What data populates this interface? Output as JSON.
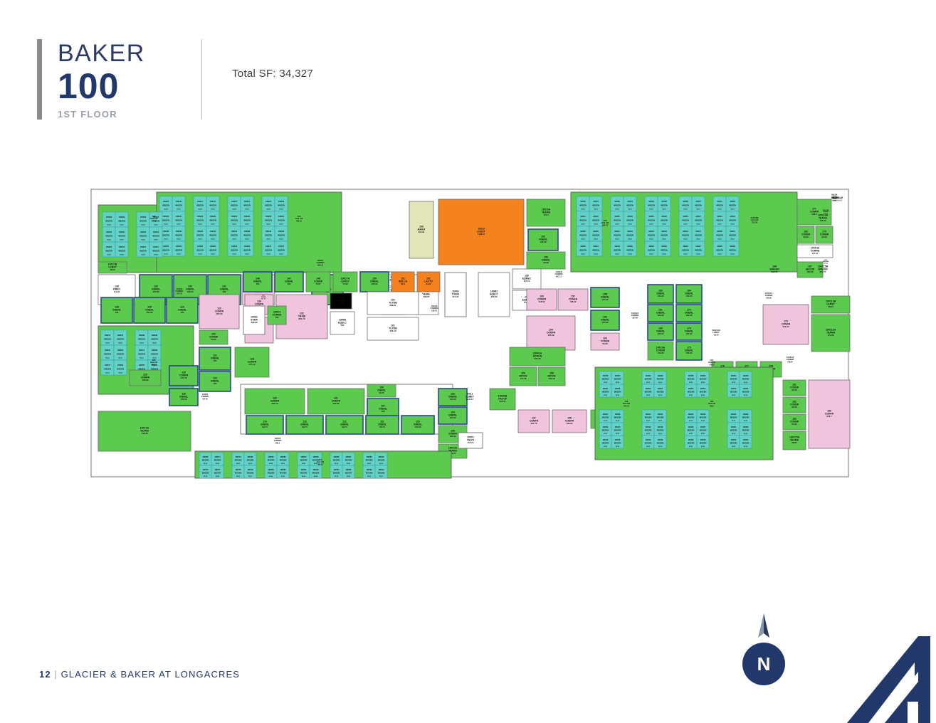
{
  "header": {
    "building_name": "BAKER",
    "floor_number": "100",
    "floor_label": "1ST FLOOR",
    "total_sf": "Total SF: 34,327"
  },
  "footer": {
    "page_number": "12",
    "separator": "|",
    "project_name": "GLACIER & BAKER AT LONGACRES"
  },
  "compass": {
    "label": "N"
  },
  "colors": {
    "brand_navy": "#22386b",
    "workstation_cyan": "#63d2c5",
    "open_area_green": "#5cc94f",
    "conference_pink": "#f0c4dd",
    "lounge_orange": "#f4821f",
    "mail_khaki": "#e2e5b8",
    "corridor_white": "#ffffff",
    "office_border_blue": "#2b4a8b"
  },
  "legend_note": "Floor plan with room tags: room number / space-type code / area in square feet",
  "plan": {
    "rooms": [
      {
        "id": "138",
        "type": "FIREC",
        "area": "111.99"
      },
      {
        "id": "139",
        "type": "OGENL",
        "area": "100.82"
      },
      {
        "id": "140",
        "type": "OGENL",
        "area": "103.00"
      },
      {
        "id": "141",
        "type": "OGENL",
        "area": "100"
      },
      {
        "id": "142",
        "type": "CONFR",
        "area": "100.82"
      },
      {
        "id": "143",
        "type": "HALLW",
        "area": "477.5"
      },
      {
        "id": "144",
        "type": "HALLW",
        "area": "481.15"
      },
      {
        "id": "145",
        "type": "OGENL",
        "area": "100"
      },
      {
        "id": "146",
        "type": "OGENL",
        "area": "100"
      },
      {
        "id": "147",
        "type": "OGENL",
        "area": "100"
      },
      {
        "id": "148",
        "type": "CONSR",
        "area": "75.97"
      },
      {
        "id": "149",
        "type": "EVSRM",
        "area": "74.92"
      },
      {
        "id": "150",
        "type": "OGENL",
        "area": "100.02"
      },
      {
        "id": "151",
        "type": "WELLN",
        "area": "96.9"
      },
      {
        "id": "152",
        "type": "LACTN",
        "area": "94.22"
      },
      {
        "id": "153",
        "type": "MAILR",
        "area": "400.91"
      },
      {
        "id": "100L3",
        "type": "LNGST",
        "area": "1198.61"
      },
      {
        "id": "100C8A",
        "type": "TEAMA",
        "area": "147.4"
      },
      {
        "id": "160",
        "type": "OGENL",
        "area": "100.46"
      },
      {
        "id": "159",
        "type": "OGENL",
        "area": "99.98"
      },
      {
        "id": "100C8",
        "type": "CORRD",
        "area": "907.11"
      },
      {
        "id": "155",
        "type": "EQMEC",
        "area": "117.24"
      },
      {
        "id": "156",
        "type": "EQMEC",
        "area": "113.28"
      },
      {
        "id": "100M1",
        "type": "EQELC",
        "area": "329.69"
      },
      {
        "id": "100S1",
        "type": "STAIR",
        "area": "317.37"
      },
      {
        "id": "100L2",
        "type": "VESBL",
        "area": "398.87"
      },
      {
        "id": "100E3",
        "type": "ELEVA",
        "area": "57.94"
      },
      {
        "id": "100E2",
        "type": "ELEVA",
        "area": "57.94"
      },
      {
        "id": "100E1",
        "type": "ELEVA",
        "area": "57.94"
      },
      {
        "id": "100C1",
        "type": "CORRD",
        "area": "468.45"
      },
      {
        "id": "100L1",
        "type": "LOBBY",
        "area": "1342.17"
      },
      {
        "id": "100V1",
        "type": "VESTI",
        "area": "110.15"
      },
      {
        "id": "100H1B",
        "type": "CACOF",
        "area": "116.13"
      },
      {
        "id": "100H1A",
        "type": "WTAGN",
        "area": "500.20"
      },
      {
        "id": "196",
        "type": "INTVW",
        "area": "117.78"
      },
      {
        "id": "198",
        "type": "INTVW",
        "area": "134.49"
      },
      {
        "id": "197",
        "type": "CONFR",
        "area": "237.76"
      },
      {
        "id": "195",
        "type": "CONFR",
        "area": "199.94"
      },
      {
        "id": "100C10A",
        "type": "LKRST",
        "area": "123.78"
      },
      {
        "id": "194",
        "type": "CONFR",
        "area": "465.08"
      },
      {
        "id": "100",
        "type": "CONFR",
        "area": "118.60"
      },
      {
        "id": "157",
        "type": "CONFR",
        "area": "108.02"
      },
      {
        "id": "158",
        "type": "OGENL",
        "area": "100.36"
      },
      {
        "id": "192",
        "type": "OGENL",
        "area": "100.02"
      },
      {
        "id": "193",
        "type": "CONSR",
        "area": "62.96"
      },
      {
        "id": "100C10",
        "type": "CORRD",
        "area": "187.96"
      },
      {
        "id": "183",
        "type": "OGENL",
        "area": "100.29"
      },
      {
        "id": "184",
        "type": "OGENL",
        "area": "100.24"
      },
      {
        "id": "191",
        "type": "OGENL",
        "area": "100.02"
      },
      {
        "id": "173",
        "type": "OGENL",
        "area": "103.28"
      },
      {
        "id": "190",
        "type": "OGENL",
        "area": "100.02"
      },
      {
        "id": "174",
        "type": "OGENL",
        "area": "100.32"
      },
      {
        "id": "100C9A",
        "type": "CONSR",
        "area": "103.29"
      },
      {
        "id": "175",
        "type": "OGENL",
        "area": "100.33"
      },
      {
        "id": "100S2",
        "type": "STAIR",
        "area": "332.99"
      },
      {
        "id": "176",
        "type": "CONSR",
        "area": "78.94"
      },
      {
        "id": "177",
        "type": "CONSR",
        "area": "78.94"
      },
      {
        "id": "178",
        "type": "CONSR",
        "area": "78.94"
      },
      {
        "id": "179",
        "type": "CONFR",
        "area": "522.44"
      },
      {
        "id": "100C14",
        "type": "CORRD",
        "area": "265.96"
      },
      {
        "id": "100C12B",
        "type": "LKRST",
        "area": "98.02"
      },
      {
        "id": "100C12A",
        "type": "TEAMA",
        "area": "470.82"
      },
      {
        "id": "100C12",
        "type": "CORRD",
        "area": "278.26"
      },
      {
        "id": "181",
        "type": "CONSR",
        "area": "62.69"
      },
      {
        "id": "182",
        "type": "CONSR",
        "area": "62.69"
      },
      {
        "id": "183b",
        "type": "CONSR",
        "area": "61.81"
      },
      {
        "id": "100C15A",
        "type": "TEAMA",
        "area": "98.87"
      },
      {
        "id": "180",
        "type": "CONFR",
        "area": "678.7"
      },
      {
        "id": "171",
        "type": "CONFR",
        "area": "299.5"
      },
      {
        "id": "169",
        "type": "CONSR",
        "area": "63.09"
      },
      {
        "id": "170",
        "type": "CONSR",
        "area": "63.48"
      },
      {
        "id": "100C13",
        "type": "CORRD",
        "area": "117.44"
      },
      {
        "id": "100C13A",
        "type": "TEAMA",
        "area": "719.03"
      },
      {
        "id": "167",
        "type": "SECON",
        "area": "163.56"
      },
      {
        "id": "168",
        "type": "WRGDN",
        "area": "339.90"
      },
      {
        "id": "100C15B",
        "type": "WRGDN",
        "area": "322.77"
      },
      {
        "id": "100C7B",
        "type": "LKRST",
        "area": "49.52"
      },
      {
        "id": "100C7",
        "type": "CORRD",
        "area": "898.34"
      },
      {
        "id": "100C6",
        "type": "CORRD",
        "area": "457.79"
      },
      {
        "id": "100C5",
        "type": "CORRD",
        "area": "237.05"
      },
      {
        "id": "100C3",
        "type": "CORRD",
        "area": "489.2"
      },
      {
        "id": "100C2",
        "type": "CORRD",
        "area": "186.7"
      },
      {
        "id": "100C2A",
        "type": "TEAMA",
        "area": "133.07"
      },
      {
        "id": "100C3A",
        "type": "TEAMA",
        "area": "746.28"
      },
      {
        "id": "100C9",
        "type": "CORRD",
        "area": "218.79"
      },
      {
        "id": "100C7A",
        "type": "LKRST",
        "area": "71.29"
      },
      {
        "id": "100M2",
        "type": "EQELC",
        "area": "162"
      },
      {
        "id": "100C4",
        "type": "CORRD",
        "area": "132"
      },
      {
        "id": "102",
        "type": "TLPUB",
        "area": "298.61"
      },
      {
        "id": "101",
        "type": "TLPUB",
        "area": "296.19"
      },
      {
        "id": "103",
        "type": "TRAIN",
        "area": "821.79"
      },
      {
        "id": "132",
        "type": "TRAIN",
        "area": "821.79"
      },
      {
        "id": "134",
        "type": "OGENL",
        "area": "135.19"
      },
      {
        "id": "136",
        "type": "CONFR",
        "area": "125.69"
      },
      {
        "id": "133",
        "type": "CONFR",
        "area": "332.79"
      },
      {
        "id": "131",
        "type": "CONFR",
        "area": "235.39"
      },
      {
        "id": "130",
        "type": "OGENL",
        "area": "49.35"
      },
      {
        "id": "107",
        "type": "OGENL",
        "area": "103"
      },
      {
        "id": "108",
        "type": "OGENL",
        "area": "103"
      },
      {
        "id": "109",
        "type": "OGENL",
        "area": "103"
      },
      {
        "id": "110",
        "type": "OGENL",
        "area": "100.29"
      },
      {
        "id": "111",
        "type": "OGENL",
        "area": "99.74"
      },
      {
        "id": "112",
        "type": "OGENL",
        "area": "99.74"
      },
      {
        "id": "113",
        "type": "OGENL",
        "area": "99.74"
      },
      {
        "id": "114",
        "type": "OGENL",
        "area": "99.74"
      },
      {
        "id": "115",
        "type": "CONFR",
        "area": "172.12"
      },
      {
        "id": "116",
        "type": "OGENL",
        "area": "100.29"
      },
      {
        "id": "118",
        "type": "CONFR",
        "area": "175.12"
      },
      {
        "id": "119",
        "type": "CONFR",
        "area": "100.99"
      },
      {
        "id": "120",
        "type": "OGENL",
        "area": "100"
      },
      {
        "id": "121",
        "type": "OGENL",
        "area": "100"
      },
      {
        "id": "122",
        "type": "CONSR",
        "area": "59.93"
      },
      {
        "id": "123",
        "type": "CONFR",
        "area": "160.59"
      },
      {
        "id": "124",
        "type": "OGENL",
        "area": "103"
      },
      {
        "id": "125",
        "type": "OGENL",
        "area": "103.82"
      },
      {
        "id": "126",
        "type": "OGENL",
        "area": "100.82"
      },
      {
        "id": "127",
        "type": "OGENL",
        "area": "100"
      },
      {
        "id": "128",
        "type": "OGENL",
        "area": "100"
      },
      {
        "id": "105",
        "type": "CONFR",
        "area": "120.99"
      },
      {
        "id": "104",
        "type": "OGENL",
        "area": "100.52"
      },
      {
        "id": "103b",
        "type": "OGENL",
        "area": "100.52"
      },
      {
        "id": "106",
        "type": "CONFR",
        "area": "100.52"
      },
      {
        "id": "100C8B",
        "type": "HALLW",
        "area": "721.29"
      },
      {
        "id": "165",
        "type": "HALLW",
        "area": "562.12"
      },
      {
        "id": "163",
        "type": "HALLW",
        "area": "698.2"
      },
      {
        "id": "162",
        "type": "HALLW",
        "area": "641.43"
      },
      {
        "id": "161",
        "type": "HALLW",
        "area": "470.32"
      },
      {
        "id": "154",
        "type": "HALLW",
        "area": "489.18"
      },
      {
        "id": "129",
        "type": "HALLW",
        "area": "443.05"
      },
      {
        "id": "137",
        "type": "HALLW",
        "area": "443.05"
      }
    ],
    "workstation_type": "WSGEN",
    "workstation_area": "35.53",
    "workstation_ids_top_left": [
      "1W052",
      "1W048",
      "1W044",
      "1W040",
      "1W036",
      "1W032",
      "1W055",
      "1W056",
      "1W051",
      "1W047",
      "1W043",
      "1W039",
      "1W035",
      "1W031",
      "1W062",
      "1W060",
      "1W057",
      "1W054",
      "1W050",
      "1W046",
      "1W042",
      "1W038",
      "1W034",
      "1W030",
      "1W061",
      "1W059",
      "1W058",
      "1W053",
      "1W049",
      "1W045",
      "1W041",
      "1W037",
      "1W033",
      "1W029",
      "1W024",
      "1W020",
      "1W016",
      "1W012",
      "1W008",
      "1W004",
      "1W023",
      "1W019",
      "1W015",
      "1W011",
      "1W007",
      "1W003",
      "1W022",
      "1W018",
      "1W014",
      "1W010",
      "1W006",
      "1W002",
      "1W021",
      "1W017",
      "1W013",
      "1W009",
      "1W005",
      "1W001"
    ],
    "workstation_ids_top_right": [
      "1D055",
      "1D051",
      "1D010",
      "1D015",
      "1D020",
      "1D025",
      "1D030",
      "1D034",
      "1D059",
      "1D054",
      "1D050",
      "1D009",
      "1D014",
      "1D019",
      "1D024",
      "1D029",
      "1D033",
      "1D058",
      "1D053",
      "1D008",
      "1D013",
      "1D018",
      "1D023",
      "1D028",
      "1D032",
      "1D057",
      "1D052",
      "1D007",
      "1D012",
      "1D017",
      "1D022",
      "1D027",
      "1D031",
      "1D056",
      "1D004",
      "1D003",
      "1D002",
      "1D001",
      "1D005",
      "1D006",
      "1D011",
      "1D016",
      "1D021",
      "1D026"
    ],
    "workstation_ids_bottom_left": [
      "1W073",
      "1W070",
      "1W067",
      "1W064",
      "1W072",
      "1W069",
      "1W066",
      "1W063",
      "1W071",
      "1W068",
      "1W065",
      "1W074",
      "1W075",
      "1W077",
      "1W079",
      "1W081",
      "1W076",
      "1W078",
      "1W080",
      "1W082",
      "1W083",
      "1W085",
      "1W087",
      "1W089",
      "1W091",
      "1W093",
      "1W095",
      "1W097",
      "1W084",
      "1W086",
      "1W088",
      "1W090",
      "1W092",
      "1W094",
      "1W096",
      "1W098",
      "1W025",
      "1W027",
      "1W026",
      "1W028"
    ],
    "workstation_ids_bottom_right": [
      "1D065",
      "1D060",
      "1D061",
      "1D066",
      "1D062",
      "1D063",
      "1D064",
      "1D067",
      "1D068",
      "1D069",
      "1D055",
      "1D050",
      "1D051",
      "1D056",
      "1D052",
      "1D053",
      "1D054",
      "1D058",
      "1D059",
      "1D045",
      "1D040",
      "1D046",
      "1D041",
      "1D047",
      "1D042",
      "1D048",
      "1D043",
      "1D049",
      "1D044",
      "1D035",
      "1D036",
      "1D037",
      "1D038",
      "1D039"
    ]
  }
}
